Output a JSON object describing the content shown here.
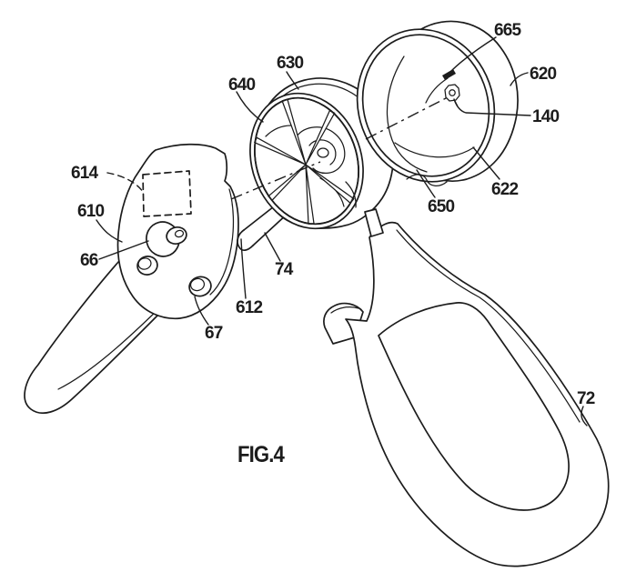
{
  "figure": {
    "caption": "FIG.4"
  },
  "labels": {
    "display_window": "614",
    "head_unit": "610",
    "primary_button": "66",
    "secondary_button": "67",
    "stem": "612",
    "probe": "74",
    "drum_housing": "630",
    "spoked_face": "640",
    "fastener": "665",
    "end_cap": "620",
    "axis_line": "140",
    "cap_rim": "622",
    "cap_interior": "650",
    "loop_handle": "72"
  },
  "colors": {
    "line": "#1c1c1c",
    "background": "#ffffff"
  }
}
